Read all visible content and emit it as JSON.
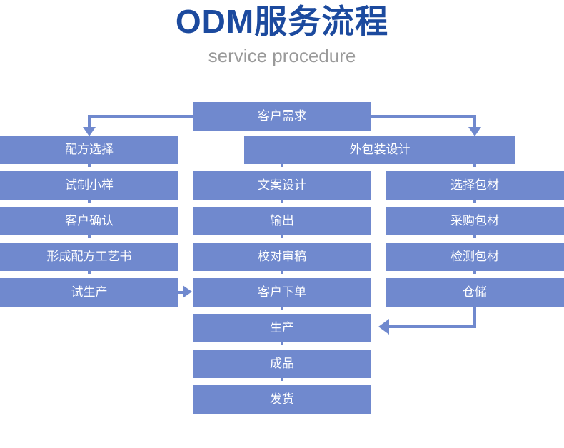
{
  "header": {
    "title": "ODM服务流程",
    "subtitle": "service procedure",
    "title_color": "#1c4a9e",
    "subtitle_color": "#9a9a9a"
  },
  "theme": {
    "node_fill": "#7089ce",
    "node_text": "#ffffff",
    "connector": "#7089ce",
    "background": "#ffffff"
  },
  "chart_data": {
    "type": "diagram",
    "title": "ODM服务流程",
    "subtitle": "service procedure",
    "nodes": [
      {
        "id": "n0",
        "label": "客户需求",
        "column": "top",
        "row": 0
      },
      {
        "id": "n1",
        "label": "配方选择",
        "column": "left",
        "row": 1
      },
      {
        "id": "n2",
        "label": "试制小样",
        "column": "left",
        "row": 2
      },
      {
        "id": "n3",
        "label": "客户确认",
        "column": "left",
        "row": 3
      },
      {
        "id": "n4",
        "label": "形成配方工艺书",
        "column": "left",
        "row": 4
      },
      {
        "id": "n5",
        "label": "试生产",
        "column": "left",
        "row": 5
      },
      {
        "id": "n6",
        "label": "外包装设计",
        "column": "span",
        "row": 1
      },
      {
        "id": "n7",
        "label": "文案设计",
        "column": "middle",
        "row": 2
      },
      {
        "id": "n8",
        "label": "输出",
        "column": "middle",
        "row": 3
      },
      {
        "id": "n9",
        "label": "校对审稿",
        "column": "middle",
        "row": 4
      },
      {
        "id": "n10",
        "label": "客户下单",
        "column": "middle",
        "row": 5
      },
      {
        "id": "n11",
        "label": "选择包材",
        "column": "right",
        "row": 2
      },
      {
        "id": "n12",
        "label": "采购包材",
        "column": "right",
        "row": 3
      },
      {
        "id": "n13",
        "label": "检测包材",
        "column": "right",
        "row": 4
      },
      {
        "id": "n14",
        "label": "仓储",
        "column": "right",
        "row": 5
      },
      {
        "id": "n15",
        "label": "生产",
        "column": "middle",
        "row": 6
      },
      {
        "id": "n16",
        "label": "成品",
        "column": "middle",
        "row": 7
      },
      {
        "id": "n17",
        "label": "发货",
        "column": "middle",
        "row": 8
      }
    ],
    "edges": [
      {
        "from": "n0",
        "to": "n1",
        "style": "elbow-left-down"
      },
      {
        "from": "n0",
        "to": "n6",
        "style": "elbow-right-down"
      },
      {
        "from": "n1",
        "to": "n2",
        "style": "straight-down"
      },
      {
        "from": "n2",
        "to": "n3",
        "style": "straight-down"
      },
      {
        "from": "n3",
        "to": "n4",
        "style": "straight-down"
      },
      {
        "from": "n4",
        "to": "n5",
        "style": "straight-down"
      },
      {
        "from": "n5",
        "to": "n10",
        "style": "right-arrow"
      },
      {
        "from": "n6",
        "to": "n7",
        "style": "straight-down"
      },
      {
        "from": "n6",
        "to": "n11",
        "style": "straight-down"
      },
      {
        "from": "n7",
        "to": "n8",
        "style": "straight-down"
      },
      {
        "from": "n8",
        "to": "n9",
        "style": "straight-down"
      },
      {
        "from": "n9",
        "to": "n10",
        "style": "straight-down"
      },
      {
        "from": "n10",
        "to": "n15",
        "style": "straight-down"
      },
      {
        "from": "n11",
        "to": "n12",
        "style": "straight-down"
      },
      {
        "from": "n12",
        "to": "n13",
        "style": "straight-down"
      },
      {
        "from": "n13",
        "to": "n14",
        "style": "straight-down"
      },
      {
        "from": "n14",
        "to": "n15",
        "style": "elbow-down-left-arrow"
      },
      {
        "from": "n15",
        "to": "n16",
        "style": "straight-down"
      },
      {
        "from": "n16",
        "to": "n17",
        "style": "straight-down"
      }
    ],
    "columns": [
      "left",
      "middle",
      "right"
    ],
    "branch_count": 3
  }
}
